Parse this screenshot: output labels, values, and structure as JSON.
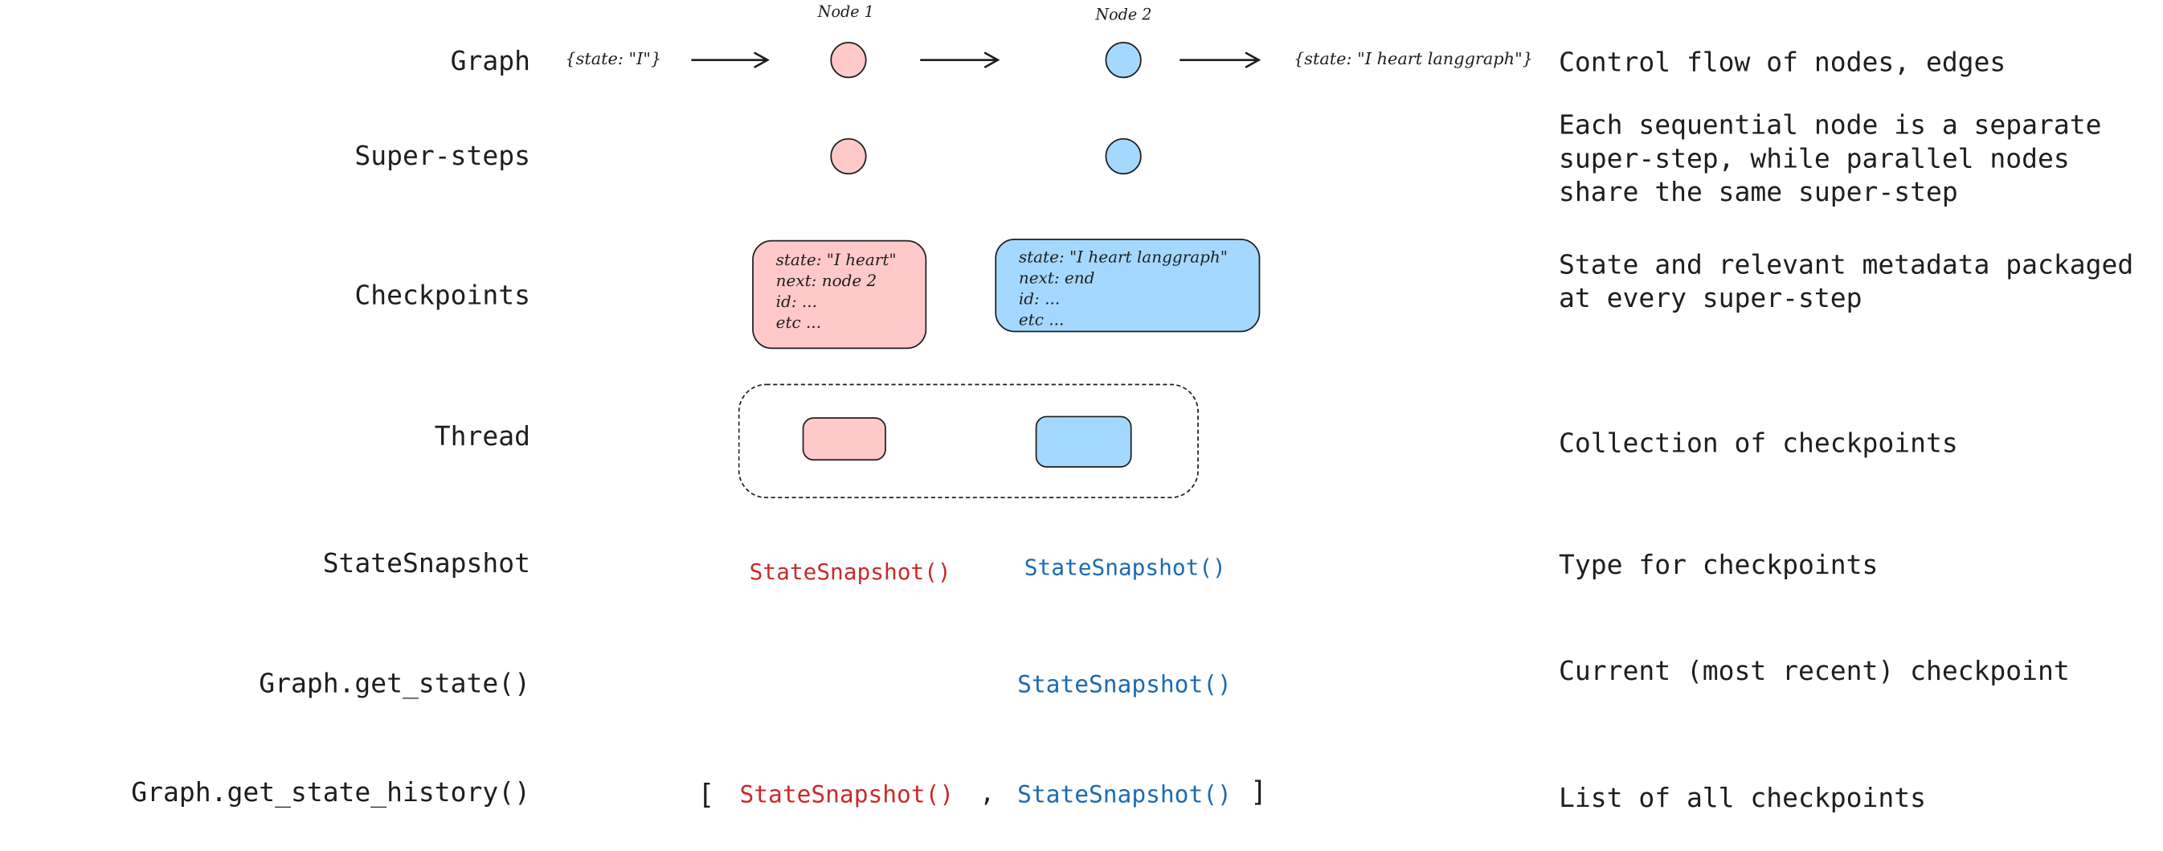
{
  "rows": {
    "graph": "Graph",
    "supersteps": "Super-steps",
    "checkpoints": "Checkpoints",
    "thread": "Thread",
    "statesnapshot": "StateSnapshot",
    "get_state": "Graph.get_state()",
    "get_state_history": "Graph.get_state_history()"
  },
  "graph_row": {
    "input_state": "{state: \"I\"}",
    "node1_label": "Node 1",
    "node2_label": "Node 2",
    "output_state": "{state: \"I heart langgraph\"}"
  },
  "checkpoint1": {
    "lines": [
      "state: \"I heart\"",
      "next: node 2",
      "id: ...",
      "etc ..."
    ]
  },
  "checkpoint2": {
    "lines": [
      "state: \"I heart langgraph\"",
      "next: end",
      "id: ...",
      "etc ..."
    ]
  },
  "snapshot_label": "StateSnapshot()",
  "history": {
    "open": "[",
    "separator": ",",
    "close": "]"
  },
  "descriptions": {
    "graph": [
      "Control flow of nodes, edges"
    ],
    "supersteps": [
      "Each sequential node is a separate",
      "super-step, while parallel nodes",
      "share the same super-step"
    ],
    "checkpoints": [
      "State and relevant metadata packaged",
      "at every super-step"
    ],
    "thread": [
      "Collection of checkpoints"
    ],
    "statesnapshot": [
      "Type for checkpoints"
    ],
    "get_state": [
      "Current (most recent) checkpoint"
    ],
    "get_state_history": [
      "List of all checkpoints"
    ]
  },
  "colors": {
    "node1_fill": "#ffc9c9",
    "node2_fill": "#a5d8ff",
    "node1_text": "#c92a2a",
    "node2_text": "#1c6ab0",
    "stroke": "#1e1e1e"
  }
}
